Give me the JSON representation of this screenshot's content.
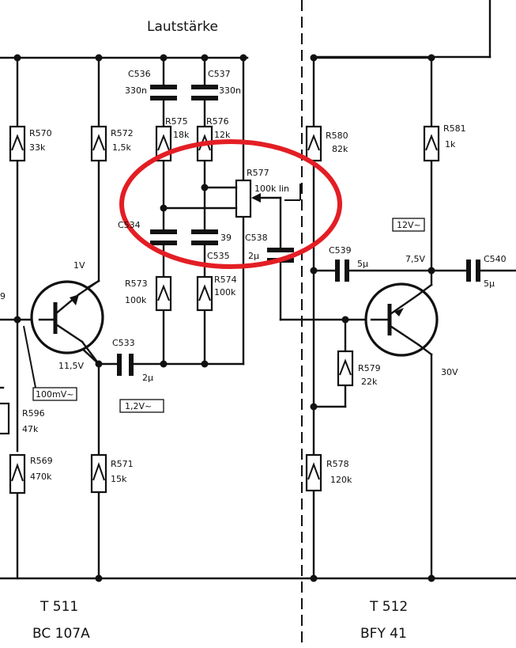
{
  "title": "Lautstärke",
  "components": {
    "C536": {
      "ref": "C536",
      "value": "330n"
    },
    "C537": {
      "ref": "C537",
      "value": "330n"
    },
    "R575": {
      "ref": "R575",
      "value": "18k"
    },
    "R576": {
      "ref": "R576",
      "value": "12k"
    },
    "R577": {
      "ref": "R577",
      "value": "100k lin"
    },
    "C534": {
      "ref": "C534",
      "value": ""
    },
    "C535": {
      "ref": "C535",
      "value": "39"
    },
    "C538": {
      "ref": "C538",
      "value": "2µ"
    },
    "R570": {
      "ref": "R570",
      "value": "33k"
    },
    "R572": {
      "ref": "R572",
      "value": "1,5k"
    },
    "R573": {
      "ref": "R573",
      "value": "100k"
    },
    "R574": {
      "ref": "R574",
      "value": "100k"
    },
    "C533": {
      "ref": "C533",
      "value": "2µ"
    },
    "R596": {
      "ref": "R596",
      "value": "47k"
    },
    "R569": {
      "ref": "R569",
      "value": "470k"
    },
    "R571": {
      "ref": "R571",
      "value": "15k"
    },
    "R580": {
      "ref": "R580",
      "value": "82k"
    },
    "R581": {
      "ref": "R581",
      "value": "1k"
    },
    "C539": {
      "ref": "C539",
      "value": "5µ"
    },
    "C540": {
      "ref": "C540",
      "value": "5µ"
    },
    "R579": {
      "ref": "R579",
      "value": "22k"
    },
    "R578": {
      "ref": "R578",
      "value": "120k"
    }
  },
  "voltages": {
    "t511_collector": "1V",
    "t511_emitter": "11,5V",
    "signal_in": "100mV~",
    "signal_mid": "1,2V~",
    "signal_out": "12V~",
    "t512_collector": "7,5V",
    "t512_emitter": "30V",
    "edge_partial": "9"
  },
  "transistors": {
    "t511": {
      "ref": "T 511",
      "type": "BC 107A"
    },
    "t512": {
      "ref": "T 512",
      "type": "BFY 41"
    }
  },
  "colors": {
    "ink": "#111111",
    "highlight": "#e31e24",
    "paper": "#ffffff"
  }
}
